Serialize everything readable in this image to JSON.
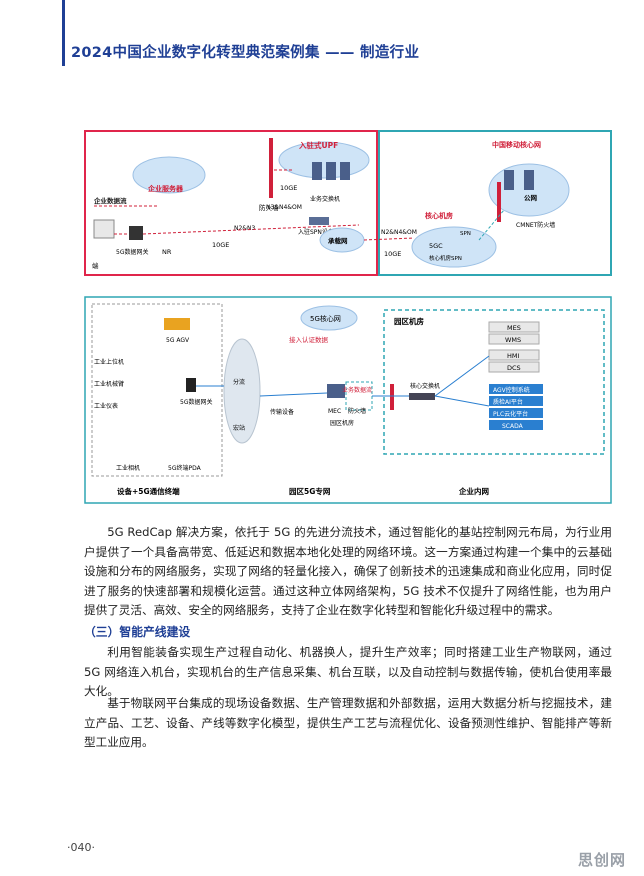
{
  "header": {
    "title": "2024中国企业数字化转型典范案例集 —— 制造行业"
  },
  "diagram1": {
    "labels": {
      "upf": "入驻式UPF",
      "enterprise_server": "企业服务器",
      "enterprise_flow": "企业数据流",
      "firewall": "防火墙",
      "link_10ge_a": "10GE",
      "service_switch": "业务交换机",
      "n3n4om": "N3&N4&OM",
      "spn_device": "入驻SPN设备",
      "bearer_net": "承载网",
      "n2n3": "N2&N3",
      "link_10ge_b": "10GE",
      "gateway": "5G数据网关",
      "nr": "NR",
      "terminal": "端",
      "mobile_core": "中国移动核心网",
      "core_room": "核心机房",
      "public_net": "公网",
      "cmnet_fw": "CMNET防火墙",
      "n2n4om": "N2&N4&OM",
      "link_10ge_c": "10GE",
      "five_gc": "5GC",
      "core_switch_room": "核心机房SPN",
      "spn": "SPN"
    }
  },
  "diagram2": {
    "labels": {
      "core_cloud": "5G核心网",
      "access_note": "接入认证数据",
      "agv": "5G AGV",
      "pc": "工业上位机",
      "manip": "工业机械臂",
      "sensor": "工业仪表",
      "gateway": "5G数据网关",
      "camera": "工业相机",
      "pda": "5G终端PDA",
      "split": "分流",
      "transport": "传输设备",
      "mec": "MEC",
      "fw": "防火墙",
      "room": "园区机房",
      "campus_room": "园区机房",
      "flow": "业务数据流",
      "core_switch": "核心交换机",
      "sys": [
        "MES",
        "WMS",
        "HMI",
        "DCS"
      ],
      "apps": [
        "AGV控制系统",
        "质检AI平台",
        "PLC云化平台",
        "SCADA"
      ],
      "sec1": "设备+5G通信终端",
      "sec2": "园区5G专网",
      "sec3": "企业内网",
      "base": "宏站"
    }
  },
  "body": {
    "p1": "5G RedCap 解决方案，依托于 5G 的先进分流技术，通过智能化的基站控制网元布局，为行业用户提供了一个具备高带宽、低延迟和数据本地化处理的网络环境。这一方案通过构建一个集中的云基础设施和分布的网络服务，实现了网络的轻量化接入，确保了创新技术的迅速集成和商业化应用，同时促进了服务的快速部署和规模化运营。通过这种立体网络架构，5G 技术不仅提升了网络性能，也为用户提供了灵活、高效、安全的网络服务，支持了企业在数字化转型和智能化升级过程中的需求。",
    "h3": "（三）智能产线建设",
    "p2": "利用智能装备实现生产过程自动化、机器换人，提升生产效率；同时搭建工业生产物联网，通过 5G 网络连入机台，实现机台的生产信息采集、机台互联，以及自动控制与数据传输，使机台使用率最大化。",
    "p3": "基于物联网平台集成的现场设备数据、生产管理数据和外部数据，运用大数据分析与挖掘技术，建立产品、工艺、设备、产线等数字化模型，提供生产工艺与流程优化、设备预测性维护、智能排产等新型工业应用。"
  },
  "footer": {
    "page": "·040·",
    "watermark": "思创网"
  }
}
